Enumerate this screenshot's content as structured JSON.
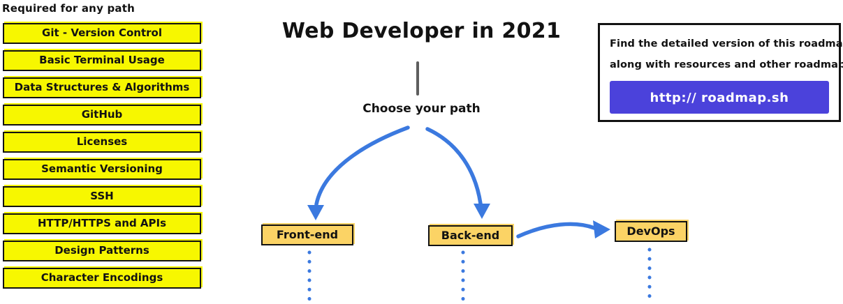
{
  "colors": {
    "highlight_yellow": "#F7F700",
    "node_orange": "#FBD365",
    "arrow_blue": "#3B79DF",
    "button_purple": "#4B42DB",
    "connector_gray": "#5E5E5E"
  },
  "left_column": {
    "heading": "Required for any path",
    "items": [
      "Git - Version Control",
      "Basic Terminal Usage",
      "Data Structures & Algorithms",
      "GitHub",
      "Licenses",
      "Semantic Versioning",
      "SSH",
      "HTTP/HTTPS and APIs",
      "Design Patterns",
      "Character Encodings"
    ]
  },
  "center": {
    "title": "Web Developer in 2021",
    "choose_label": "Choose your path",
    "paths": [
      {
        "label": "Front-end"
      },
      {
        "label": "Back-end"
      },
      {
        "label": "DevOps"
      }
    ]
  },
  "info_box": {
    "line1": "Find the detailed version of this roadmap",
    "line2": "along with resources and other roadmaps",
    "button_label": "http:// roadmap.sh"
  }
}
